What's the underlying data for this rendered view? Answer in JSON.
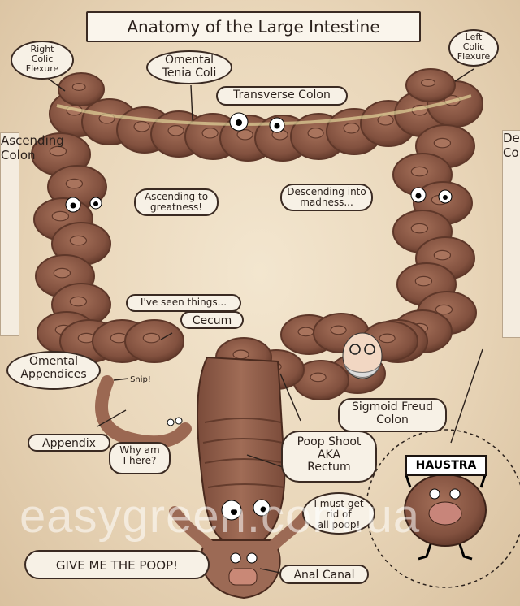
{
  "title": "Anatomy of the Large Intestine",
  "labels": {
    "right_colic_flexure": "Right\nColic\nFlexure",
    "left_colic_flexure": "Left\nColic\nFlexure",
    "omental_tenia_coli": "Omental\nTenia Coli",
    "transverse_colon": "Transverse Colon",
    "ascending_colon": "Ascending Colon",
    "descending_colon": "Descending Colon",
    "ascending_to_greatness": "Ascending to\ngreatness!",
    "descending_into_madness": "Descending into\nmadness...",
    "ive_seen_things": "I've seen things...",
    "cecum": "Cecum",
    "omental_appendices": "Omental\nAppendices",
    "snip": "Snip!",
    "appendix": "Appendix",
    "why_am_i_here": "Why am\nI here?",
    "sigmoid_freud_colon": "Sigmoid Freud\nColon",
    "poop_shoot": "Poop Shoot\nAKA\nRectum",
    "haustra": "HAUSTRA",
    "must_get_rid": "I must get\nrid of\nall poop!",
    "give_me_the_poop": "GIVE ME THE POOP!",
    "anal_canal": "Anal Canal"
  },
  "watermark": "easygreen.com.ua",
  "colors": {
    "segment_fill": "#8b5a46",
    "segment_dark": "#5e3729",
    "segment_light": "#a9745d",
    "tenia": "#f0e8a8",
    "background": "#ecdcc2"
  }
}
